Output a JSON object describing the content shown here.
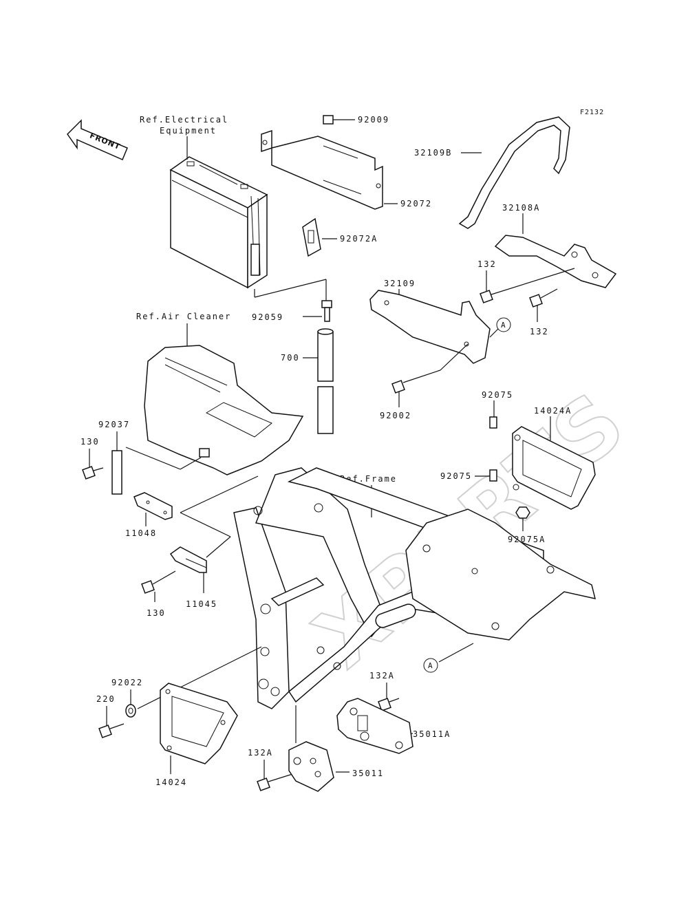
{
  "figure_code": "F2132",
  "front_indicator": "FRONT",
  "watermark_text": "XPARTS",
  "ref_labels": {
    "electrical_line1": "Ref.Electrical",
    "electrical_line2": "Equipment",
    "air_cleaner": "Ref.Air Cleaner",
    "frame": "Ref.Frame"
  },
  "callout_marker": "A",
  "parts": {
    "p92009": "92009",
    "p92072": "92072",
    "p92072A": "92072A",
    "p32109B": "32109B",
    "p32108A": "32108A",
    "p132_left": "132",
    "p132_right": "132",
    "p32109": "32109",
    "p92059": "92059",
    "p700": "700",
    "p92002": "92002",
    "p92037": "92037",
    "p130_top": "130",
    "p11048": "11048",
    "p11045": "11045",
    "p130_bottom": "130",
    "p92075_top": "92075",
    "p14024A": "14024A",
    "p92075_mid": "92075",
    "p92075A": "92075A",
    "p92022": "92022",
    "p220": "220",
    "p14024": "14024",
    "p132A_top": "132A",
    "p35011A": "35011A",
    "p132A_bottom": "132A",
    "p35011": "35011"
  }
}
